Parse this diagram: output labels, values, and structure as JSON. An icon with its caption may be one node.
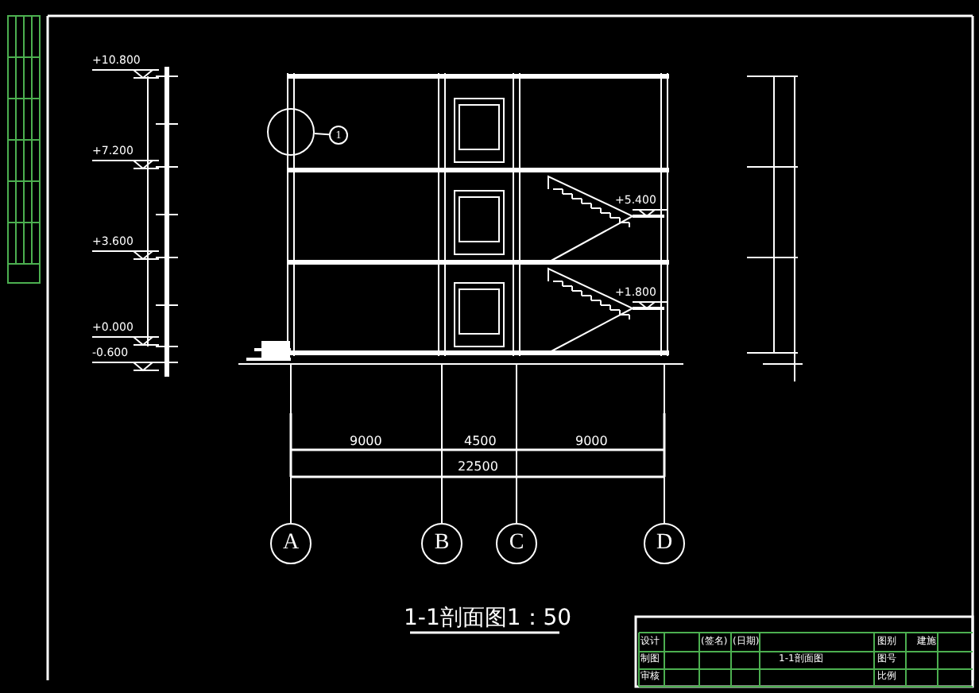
{
  "diagram": {
    "title": "1-1剖面图1：50",
    "nodes": [
      {
        "text": [
          "A"
        ]
      },
      {
        "text": [
          "B"
        ]
      },
      {
        "text": [
          "C"
        ]
      },
      {
        "text": [
          "D"
        ]
      },
      {
        "text": [],
        "shape": "circle"
      },
      {
        "text": [
          "1"
        ]
      }
    ],
    "edges": [
      {
        "from": 4,
        "to": 5,
        "arrow": "none"
      }
    ],
    "labels": [
      "+10.800",
      "+7.200",
      "+3.600",
      "+0.000",
      "-0.600",
      "+5.400",
      "+1.800",
      "9000",
      "4500",
      "9000",
      "22500",
      "设计",
      "(签名)",
      "(日期)",
      "图别",
      "建施",
      "制图",
      "1-1剖面图",
      "图号",
      "审核",
      "比例"
    ]
  }
}
